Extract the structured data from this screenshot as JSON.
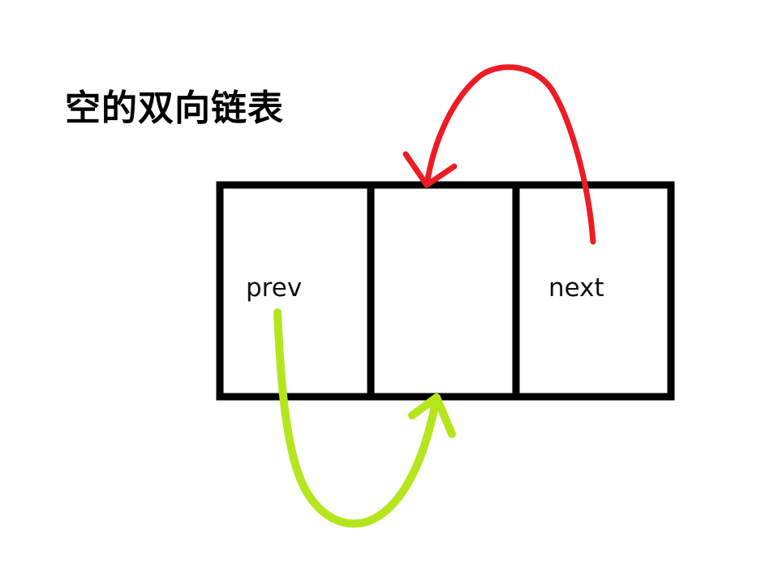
{
  "title": "空的双向链表",
  "node": {
    "cells": [
      {
        "label": "prev"
      },
      {
        "label": ""
      },
      {
        "label": "next"
      }
    ],
    "border_color": "#000000"
  },
  "arrows": [
    {
      "name": "next-pointer-arrow",
      "from": "next",
      "to": "node",
      "color": "#ed1c24"
    },
    {
      "name": "prev-pointer-arrow",
      "from": "prev",
      "to": "node",
      "color": "#b5e61d"
    }
  ]
}
